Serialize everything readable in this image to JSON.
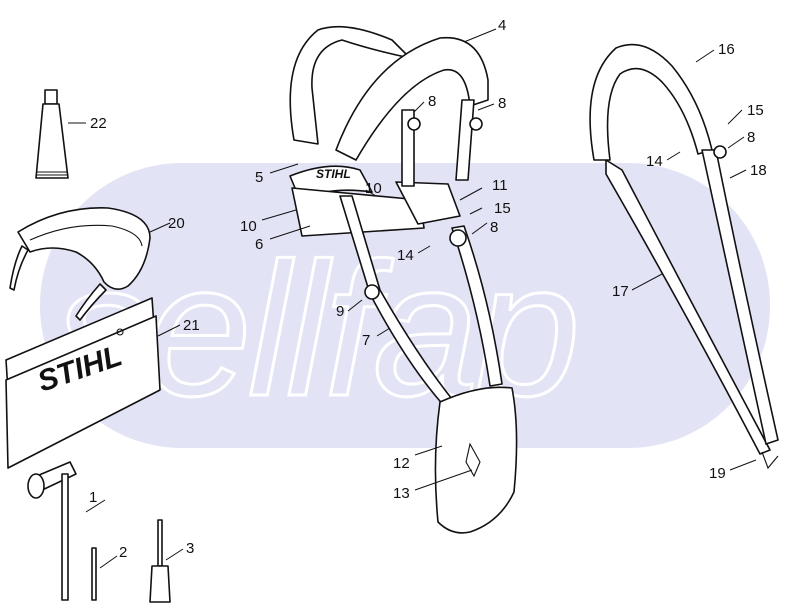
{
  "watermark": {
    "text": "sellfap",
    "color": "#e3e3f6"
  },
  "brand": {
    "text": "STIHL"
  },
  "callouts": {
    "c1": "1",
    "c2": "2",
    "c3": "3",
    "c4": "4",
    "c5": "5",
    "c6": "6",
    "c7": "7",
    "c8a": "8",
    "c8b": "8",
    "c8c": "8",
    "c8d": "8",
    "c9": "9",
    "c10a": "10",
    "c10b": "10",
    "c11": "11",
    "c12": "12",
    "c13": "13",
    "c14a": "14",
    "c14b": "14",
    "c15a": "15",
    "c15b": "15",
    "c16": "16",
    "c17": "17",
    "c18": "18",
    "c19": "19",
    "c20": "20",
    "c21": "21",
    "c22": "22"
  },
  "icons": {
    "tube": "grease-tube-icon",
    "glasses": "safety-glasses-icon",
    "pouch": "tool-pouch-icon",
    "combination_wrench": "combination-wrench-icon",
    "pin": "pin-icon",
    "screwdriver": "screwdriver-icon",
    "full_harness": "full-harness-icon",
    "shoulder_strap": "shoulder-strap-icon"
  }
}
